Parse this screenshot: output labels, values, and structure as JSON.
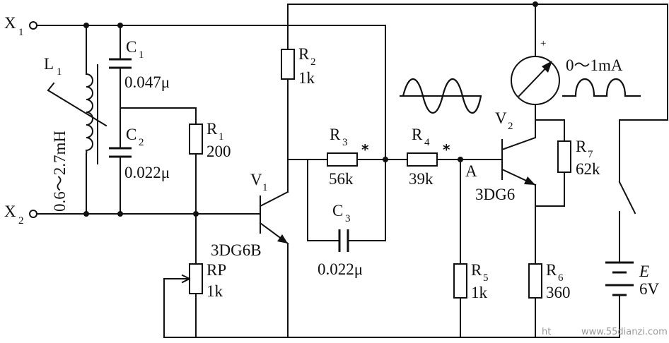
{
  "terminals": {
    "x1": {
      "letter": "X",
      "sub": "1"
    },
    "x2": {
      "letter": "X",
      "sub": "2"
    }
  },
  "inductor": {
    "letter": "L",
    "sub": "1",
    "range": "0.6～2.7mH"
  },
  "capacitors": {
    "c1": {
      "letter": "C",
      "sub": "1",
      "value": "0.047μ"
    },
    "c2": {
      "letter": "C",
      "sub": "2",
      "value": "0.022μ"
    },
    "c3": {
      "letter": "C",
      "sub": "3",
      "value": "0.022μ"
    }
  },
  "resistors": {
    "r1": {
      "letter": "R",
      "sub": "1",
      "value": "200"
    },
    "r2": {
      "letter": "R",
      "sub": "2",
      "value": "1k"
    },
    "r3": {
      "letter": "R",
      "sub": "3",
      "value": "56k"
    },
    "r4": {
      "letter": "R",
      "sub": "4",
      "value": "39k"
    },
    "r5": {
      "letter": "R",
      "sub": "5",
      "value": "1k"
    },
    "r6": {
      "letter": "R",
      "sub": "6",
      "value": "360"
    },
    "r7": {
      "letter": "R",
      "sub": "7",
      "value": "62k"
    },
    "rp": {
      "name": "RP",
      "value": "1k"
    }
  },
  "transistors": {
    "v1": {
      "letter": "V",
      "sub": "1",
      "model": "3DG6B"
    },
    "v2": {
      "letter": "V",
      "sub": "2",
      "model": "3DG6"
    }
  },
  "node_a": "A",
  "select_mark": "*",
  "meter": {
    "range": "0～1mA",
    "polarity": "+"
  },
  "battery": {
    "letter": "E",
    "voltage": "6V"
  },
  "watermark": {
    "prefix": "ht",
    "site": "www.55dianzi.com"
  }
}
